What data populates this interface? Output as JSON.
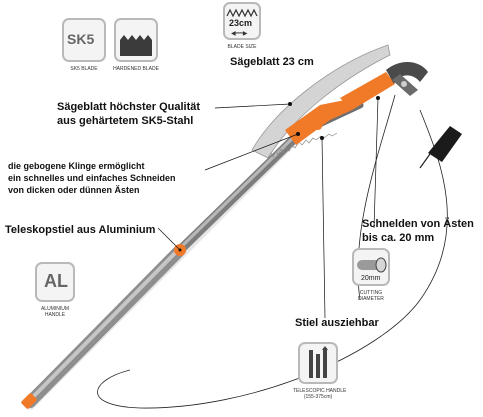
{
  "badges": {
    "sk5": {
      "text": "SK5",
      "caption": "SK5 BLADE"
    },
    "hardened": {
      "caption": "HARDENED BLADE"
    },
    "blade_size": {
      "value": "23cm",
      "caption": "BLADE SIZE"
    },
    "aluminium": {
      "text": "AL",
      "caption": "ALUMINIUM HANDLE"
    },
    "cutting": {
      "value": "20mm",
      "caption": "CUTTING DIAMETER"
    },
    "telescopic": {
      "caption_line1": "TELESCOPIC HANDLE",
      "caption_line2": "(155-375cm)"
    }
  },
  "labels": {
    "blade_length": "Sägeblatt 23 cm",
    "quality_line1": "Sägeblatt höchster Qualität",
    "quality_line2": "aus gehärtetem SK5-Stahl",
    "curved_line1": "die gebogene Klinge ermöglicht",
    "curved_line2": "ein schnelles und einfaches Schneiden",
    "curved_line3": "von dicken oder dünnen Ästen",
    "telescopic_pole": "Teleskopstiel aus Aluminium",
    "cut_branches_line1": "Schnelden von Ästen",
    "cut_branches_line2": "bis ca. 20 mm",
    "extendable": "Stiel ausziehbar"
  },
  "colors": {
    "accent": "#f07a28",
    "pole": "#9a9a9a",
    "badge_border": "#b9b9b9"
  }
}
